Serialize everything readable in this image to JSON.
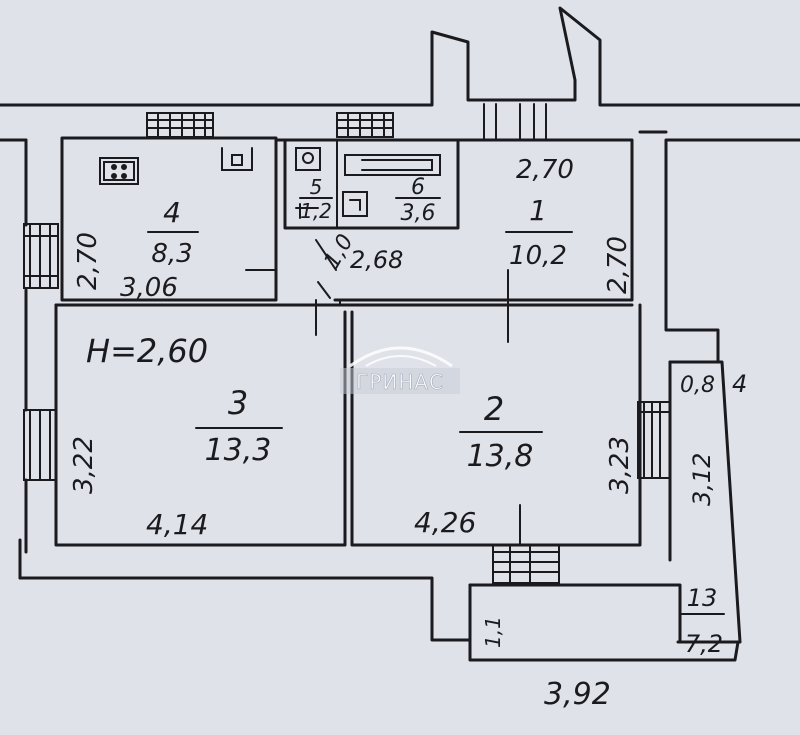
{
  "ceiling_height": "H=2,60",
  "watermark": "ГРИНАС",
  "rooms": [
    {
      "number": "1",
      "area": "10,2"
    },
    {
      "number": "2",
      "area": "13,8"
    },
    {
      "number": "3",
      "area": "13,3"
    },
    {
      "number": "4",
      "area": "8,3"
    },
    {
      "number": "5",
      "area": "1,2"
    },
    {
      "number": "6",
      "area": "3,6"
    },
    {
      "number": "13",
      "area": "7,2"
    }
  ],
  "dimensions": {
    "room1_width": "2,70",
    "room1_height": "2,70",
    "room4_height": "2,70",
    "room4_width": "3,06",
    "hall_width": "2,68",
    "hall_depth": "1,0",
    "room3_height": "3,22",
    "room3_width": "4,14",
    "room2_height": "3,23",
    "room2_width": "4,26",
    "balcony_length": "3,12",
    "balcony_width": "0,8",
    "balcony_side": "4",
    "loggia_depth": "1,1",
    "bottom_width": "3,92"
  }
}
